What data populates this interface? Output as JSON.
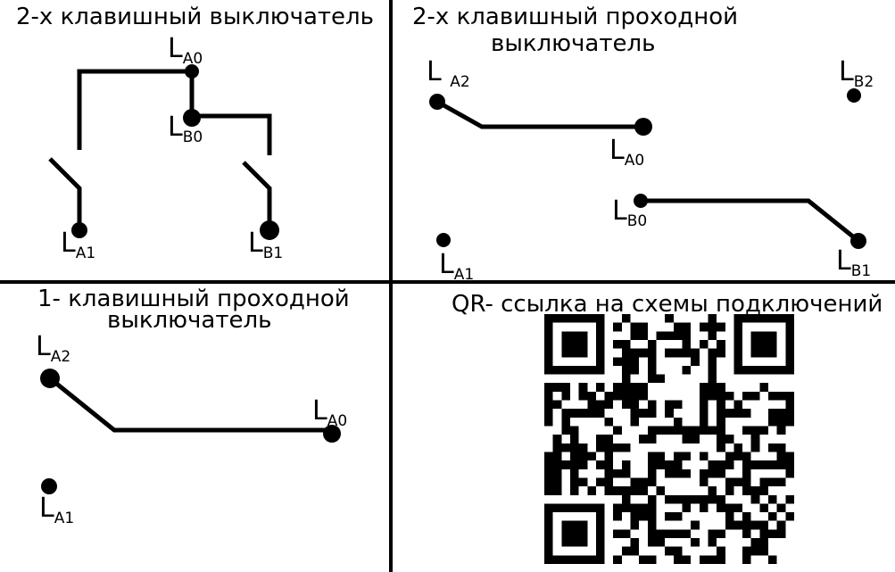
{
  "colors": {
    "ink": "#000000",
    "background": "#ffffff"
  },
  "panels": {
    "top_left": {
      "title": "2-х клавишный выключатель",
      "labels": {
        "la0": {
          "main": "L",
          "sub": "A0"
        },
        "lb0": {
          "main": "L",
          "sub": "B0"
        },
        "la1": {
          "main": "L",
          "sub": "A1"
        },
        "lb1": {
          "main": "L",
          "sub": "B1"
        }
      }
    },
    "top_right": {
      "title_line1": "2-х клавишный проходной",
      "title_line2": "выключатель",
      "labels": {
        "la2": {
          "main": "L",
          "sub": "A2"
        },
        "lb2": {
          "main": "L",
          "sub": "B2"
        },
        "la0": {
          "main": "L",
          "sub": "A0"
        },
        "lb0": {
          "main": "L",
          "sub": "B0"
        },
        "la1": {
          "main": "L",
          "sub": "A1"
        },
        "lb1": {
          "main": "L",
          "sub": "B1"
        }
      }
    },
    "bottom_left": {
      "title_line1": "1- клавишный проходной",
      "title_line2": "выключатель",
      "labels": {
        "la2": {
          "main": "L",
          "sub": "A2"
        },
        "la0": {
          "main": "L",
          "sub": "A0"
        },
        "la1": {
          "main": "L",
          "sub": "A1"
        }
      }
    },
    "bottom_right": {
      "title": "QR- ссылка на схемы подключений",
      "qr_icon": "qr-code-icon"
    }
  }
}
